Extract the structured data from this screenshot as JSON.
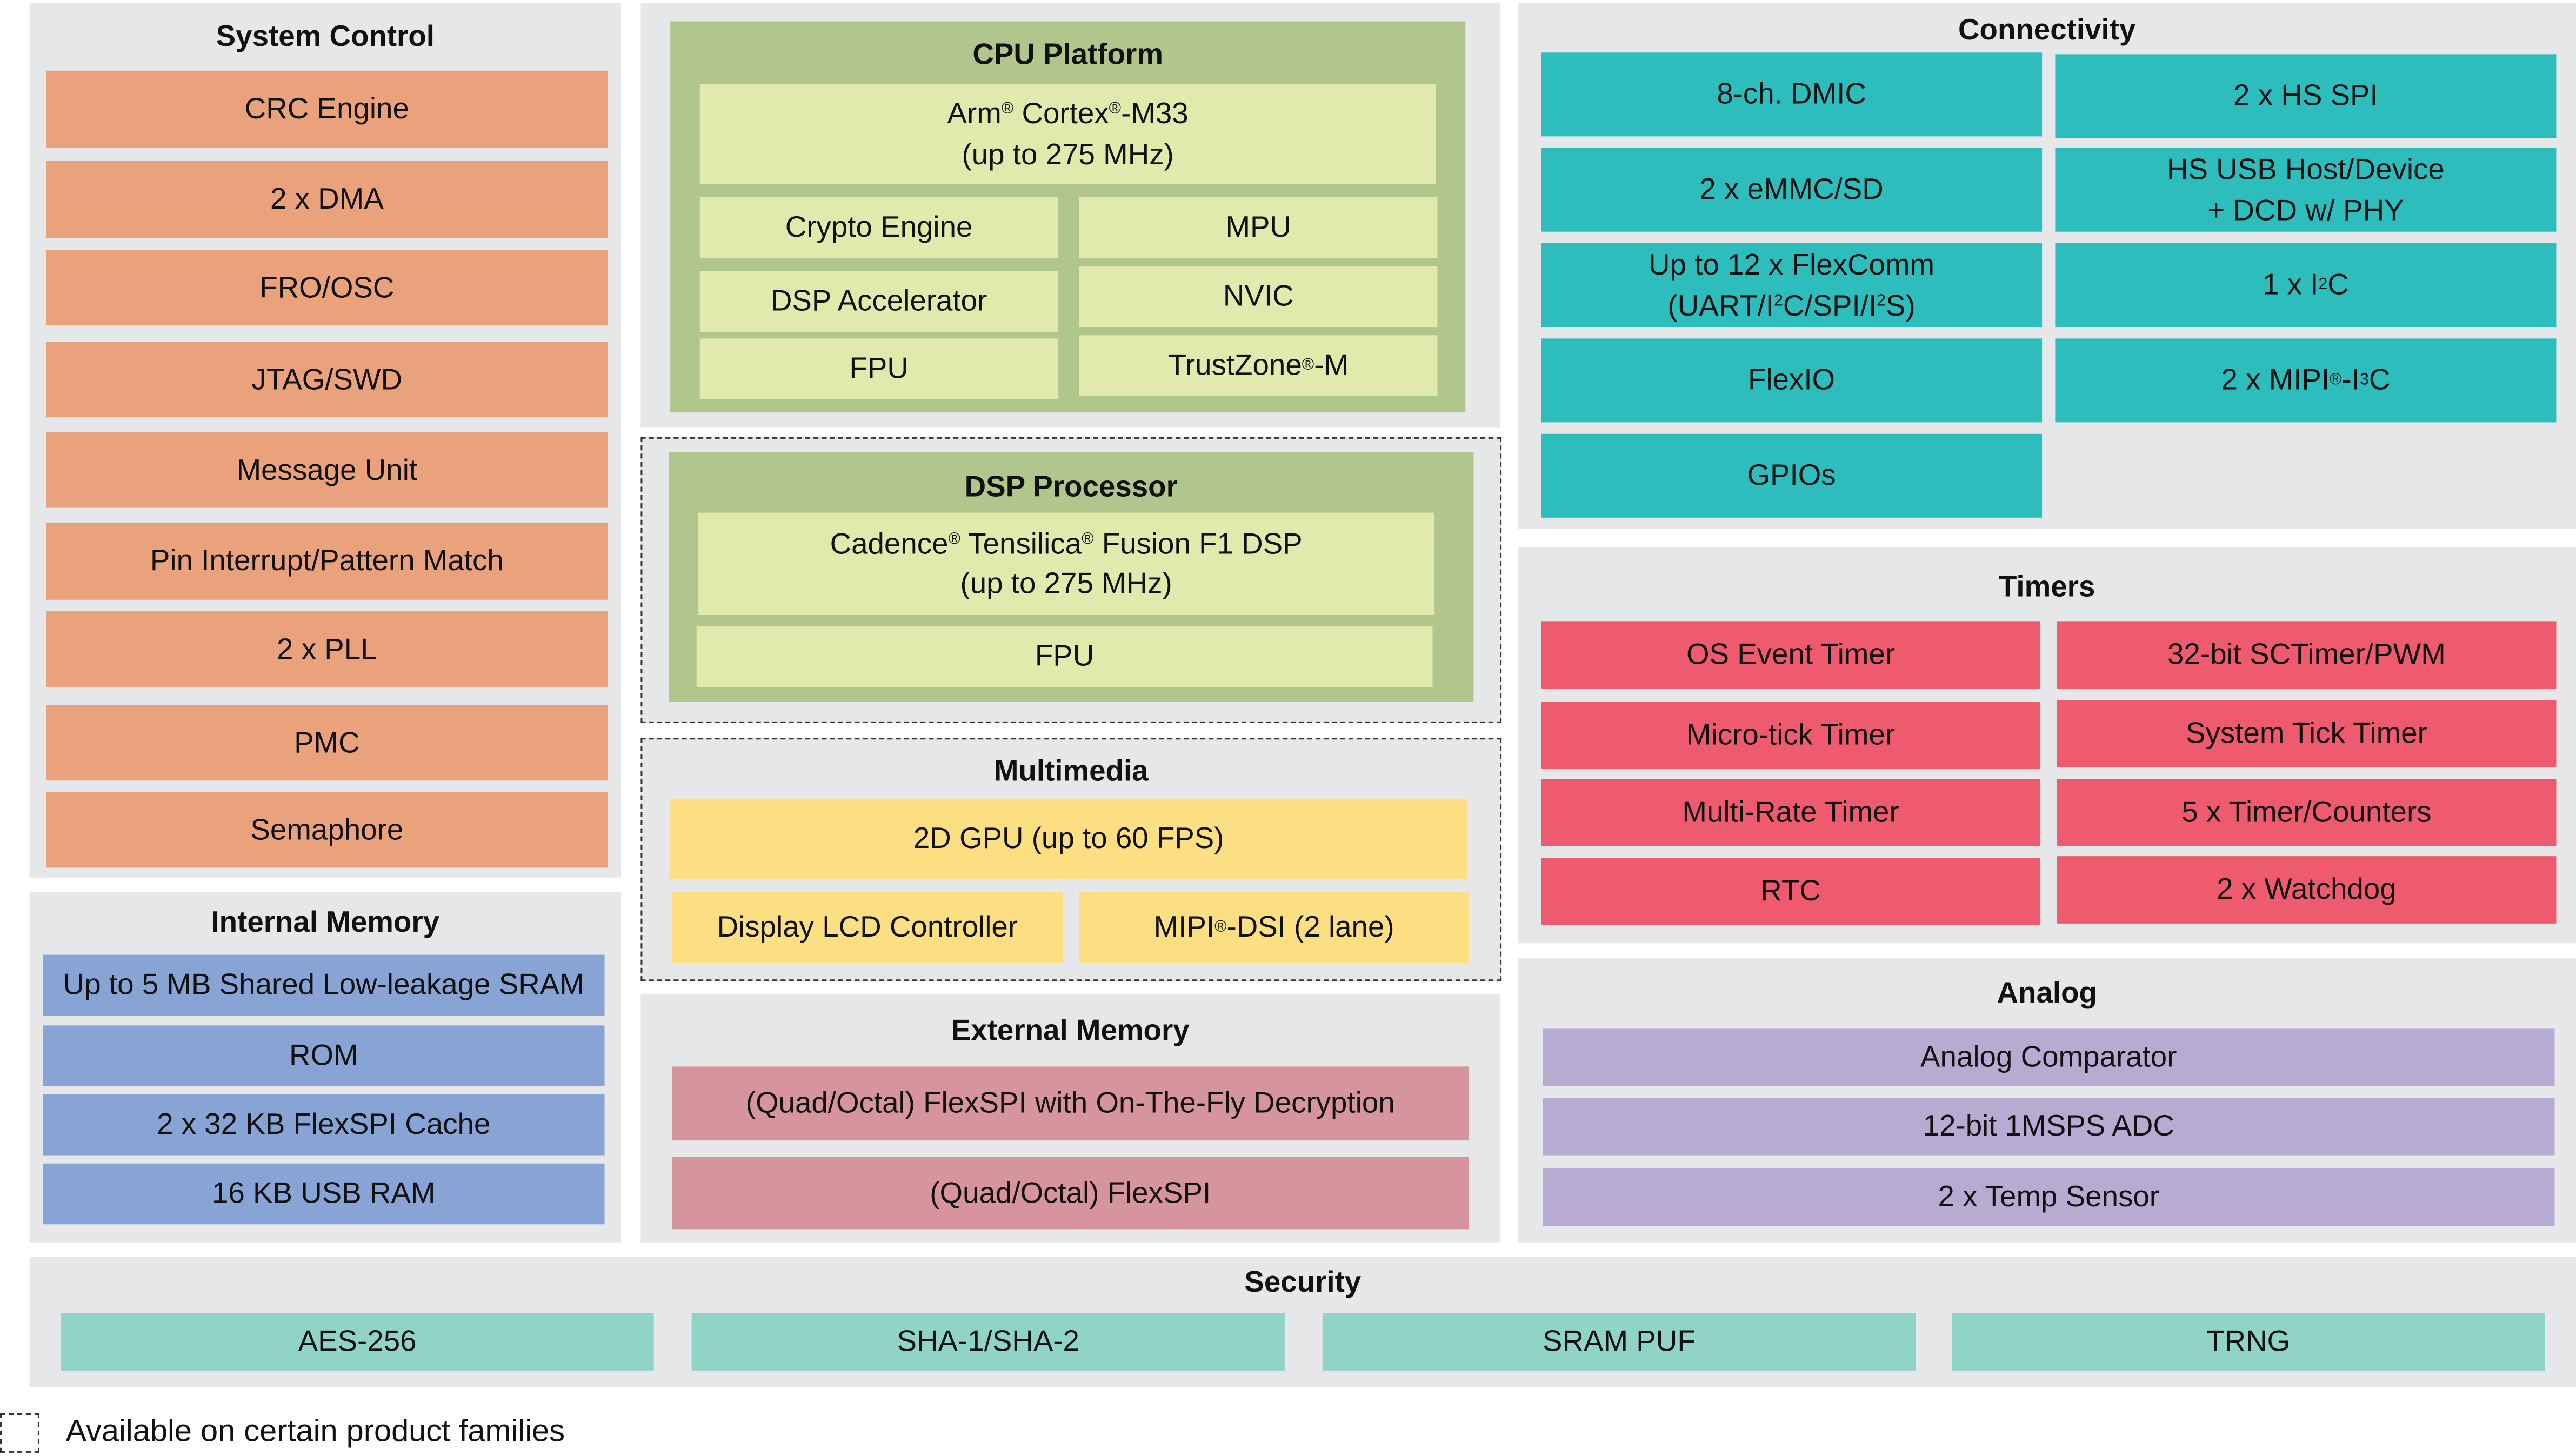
{
  "system_control": {
    "title": "System Control",
    "items": [
      "CRC Engine",
      "2 x DMA",
      "FRO/OSC",
      "JTAG/SWD",
      "Message Unit",
      "Pin Interrupt/Pattern Match",
      "2 x PLL",
      "PMC",
      "Semaphore"
    ]
  },
  "internal_memory": {
    "title": "Internal Memory",
    "items": [
      "Up to 5 MB Shared Low-leakage SRAM",
      "ROM",
      "2 x 32 KB FlexSPI Cache",
      "16 KB USB RAM"
    ]
  },
  "cpu_platform": {
    "title": "CPU Platform",
    "core": {
      "line1_a": "Arm",
      "line1_sup1": "®",
      "line1_b": " Cortex",
      "line1_sup2": "®",
      "line1_c": "-M33",
      "line2": "(up to 275 MHz)"
    },
    "left_items": [
      "Crypto Engine",
      "DSP Accelerator",
      "FPU"
    ],
    "right_items": [
      "MPU",
      "NVIC"
    ],
    "trustzone": {
      "a": "TrustZone",
      "sup": "®",
      "b": "-M"
    }
  },
  "dsp_processor": {
    "title": "DSP Processor",
    "core": {
      "a": "Cadence",
      "sup1": "®",
      "b": " Tensilica",
      "sup2": "®",
      "c": " Fusion F1 DSP",
      "line2": "(up to 275 MHz)"
    },
    "fpu": "FPU",
    "optional": true
  },
  "multimedia": {
    "title": "Multimedia",
    "gpu": "2D GPU (up to 60 FPS)",
    "lcd": "Display LCD Controller",
    "dsi": {
      "a": "MIPI",
      "sup": "®",
      "b": "-DSI (2 lane)"
    },
    "optional": true
  },
  "external_memory": {
    "title": "External Memory",
    "items": [
      "(Quad/Octal) FlexSPI with On-The-Fly Decryption",
      "(Quad/Octal) FlexSPI"
    ]
  },
  "connectivity": {
    "title": "Connectivity",
    "dmic": "8-ch. DMIC",
    "hs_spi": "2 x HS SPI",
    "emmc": "2 x eMMC/SD",
    "usb_line1": "HS USB Host/Device",
    "usb_line2": "+ DCD w/ PHY",
    "flexcomm_line1": "Up to 12 x FlexComm",
    "flexcomm_line2": {
      "a": "(UART/I",
      "sup1": "2",
      "b": "C/SPI/I",
      "sup2": "2",
      "c": "S)"
    },
    "i2c": {
      "a": "1 x I",
      "sup": "2",
      "b": "C"
    },
    "flexio": "FlexIO",
    "i3c": {
      "a": "2 x MIPI",
      "sup1": "®",
      "b": "-I",
      "sup2": "3",
      "c": "C"
    },
    "gpios": "GPIOs"
  },
  "timers": {
    "title": "Timers",
    "left_items": [
      "OS Event Timer",
      "Micro-tick Timer",
      "Multi-Rate Timer",
      "RTC"
    ],
    "right_items": [
      "32-bit SCTimer/PWM",
      "System Tick Timer",
      "5 x Timer/Counters",
      "2 x Watchdog"
    ]
  },
  "analog": {
    "title": "Analog",
    "items": [
      "Analog Comparator",
      "12-bit 1MSPS ADC",
      "2 x Temp Sensor"
    ]
  },
  "security": {
    "title": "Security",
    "items": [
      "AES-256",
      "SHA-1/SHA-2",
      "SRAM PUF",
      "TRNG"
    ]
  },
  "legend": {
    "text": "Available on certain product families"
  },
  "colors": {
    "panel": "#e6e7e8",
    "system_control": "#eaa27c",
    "internal_memory": "#88a4d5",
    "cpu_outer": "#b1c68c",
    "cpu_inner": "#e1eaac",
    "multimedia": "#fcdf83",
    "external_memory": "#d6949c",
    "connectivity": "#2ebdbd",
    "timers": "#ef5b6e",
    "analog": "#b8abd1",
    "security": "#90d3c7"
  }
}
